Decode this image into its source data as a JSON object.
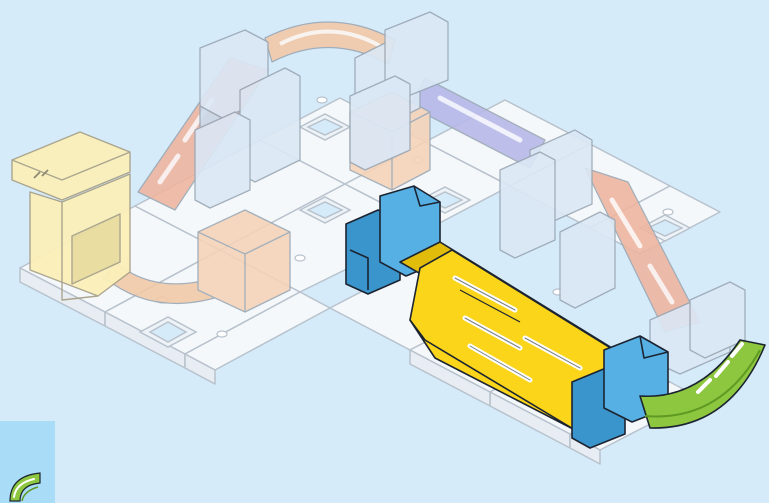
{
  "scene": {
    "background_color": "#d6ebfa",
    "colors": {
      "grid_base": "#f5f8fb",
      "grid_outline": "#b8c2cc",
      "faded_support": "#dbe8f5",
      "faded_orange": "#f2c9a8",
      "faded_salmon": "#eeb59f",
      "faded_purple": "#b7b8e8",
      "launcher": "#fbf0b9",
      "highlight_yellow": "#fbd51a",
      "highlight_blue": "#49a6dc",
      "highlight_green": "#8dc63f",
      "highlight_outline": "#1c2431"
    },
    "highlighted_parts": [
      "yellow-wide-ramp",
      "blue-support-left",
      "blue-support-right",
      "green-curve"
    ]
  },
  "thumbnail": {
    "background_color": "#a9dcf6",
    "icon": "green-curve-icon"
  }
}
